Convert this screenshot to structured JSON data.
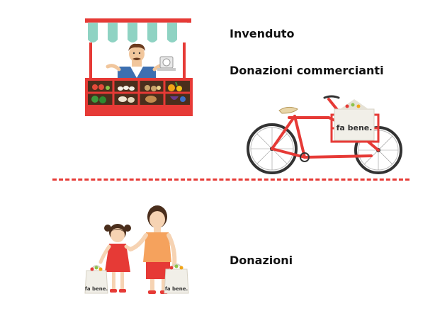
{
  "labels": {
    "invenduto": "Invenduto",
    "donazioni_commercianti": "Donazioni commercianti",
    "donazioni": "Donazioni"
  },
  "bag_text": "fa bene.",
  "colors": {
    "accent_red": "#e63a36",
    "awning_green": "#8fd3c3",
    "dress_orange": "#f5a25d"
  },
  "icons": [
    "market-stall-icon",
    "cargo-bike-icon",
    "mother-daughter-icon"
  ]
}
